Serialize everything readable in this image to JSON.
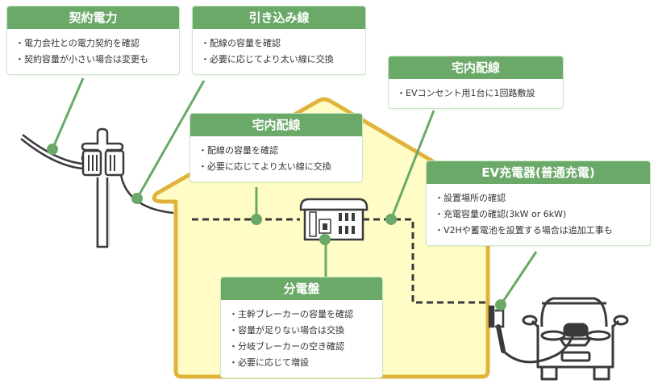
{
  "colors": {
    "header_green": "#6aa968",
    "connector_green": "#6aa968",
    "house_fill": "#fffcc6",
    "house_outline": "#e0b43a",
    "line_dark": "#3a3a3a"
  },
  "cards": {
    "contract": {
      "title": "契約電力",
      "items": [
        "電力会社との電力契約を確認",
        "契約容量が小さい場合は変更も"
      ]
    },
    "service_line": {
      "title": "引き込み線",
      "items": [
        "配線の容量を確認",
        "必要に応じてより太い線に交換"
      ]
    },
    "indoor_wiring_ev": {
      "title": "宅内配線",
      "items": [
        "EVコンセント用1台に1回路敷設"
      ]
    },
    "indoor_wiring": {
      "title": "宅内配線",
      "items": [
        "配線の容量を確認",
        "必要に応じてより太い線に交換"
      ]
    },
    "ev_charger": {
      "title": "EV充電器(普通充電)",
      "items": [
        "設置場所の確認",
        "充電容量の確認(3kW or 6kW)",
        "V2Hや蓄電池を設置する場合は追加工事も"
      ]
    },
    "distribution_board": {
      "title": "分電盤",
      "items": [
        "主幹ブレーカーの容量を確認",
        "容量が足りない場合は交換",
        "分岐ブレーカーの空き確認",
        "必要に応じて増設"
      ]
    }
  },
  "icons": [
    "utility-pole-icon",
    "house-icon",
    "distribution-board-icon",
    "ev-charger-plug-icon",
    "electric-car-icon"
  ]
}
